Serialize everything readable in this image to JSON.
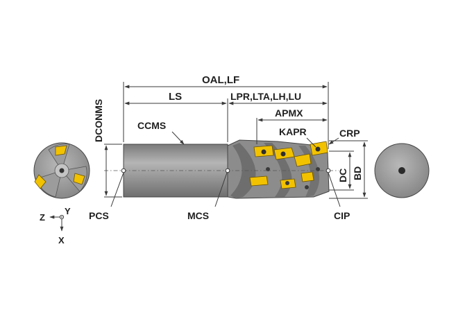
{
  "labels": {
    "oal_lf": "OAL,LF",
    "ls": "LS",
    "lpr_lta": "LPR,LTA,LH,LU",
    "apmx": "APMX",
    "kapr": "KAPR",
    "crp": "CRP",
    "ccms": "CCMS",
    "dconms": "DCONMS",
    "dc": "DC",
    "bd": "BD",
    "pcs": "PCS",
    "mcs": "MCS",
    "cip": "CIP"
  },
  "axes": {
    "z": "Z",
    "y": "Y",
    "x": "X"
  },
  "colors": {
    "body_gray": "#8a8a8a",
    "insert_yellow": "#f2c200",
    "line": "#3a3a3a"
  }
}
